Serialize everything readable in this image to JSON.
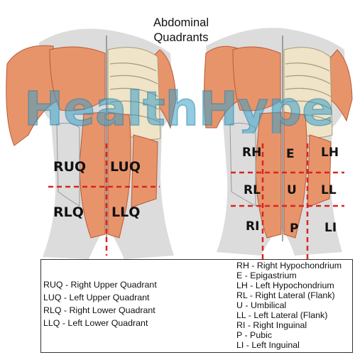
{
  "title": {
    "line1": "Abdominal",
    "line2": "Quadrants"
  },
  "watermark": "HealthHype",
  "colors": {
    "muscle": "#e8946b",
    "muscle_dark": "#b85a36",
    "bone": "#efe3c8",
    "skin_light": "#d9d9d9",
    "dash": "#d7261e",
    "watermark": "#3aa0c8"
  },
  "quadrant_labels": [
    "RUQ",
    "LUQ",
    "RLQ",
    "LLQ"
  ],
  "region_labels": [
    "RH",
    "E",
    "LH",
    "RL",
    "U",
    "LL",
    "RI",
    "P",
    "LI"
  ],
  "legend": {
    "quadrants": [
      "RUQ - Right Upper Quadrant",
      "LUQ - Left Upper Quadrant",
      "RLQ - Right Lower Quadrant",
      "LLQ - Left Lower Quadrant"
    ],
    "regions": [
      "RH - Right Hypochondrium",
      "E - Epigastrium",
      "LH - Left Hypochondrium",
      "RL - Right Lateral (Flank)",
      "U - Umbilical",
      "LL - Left Lateral (Flank)",
      "RI - Right Inguinal",
      "P - Pubic",
      "LI - Left Inguinal"
    ]
  }
}
